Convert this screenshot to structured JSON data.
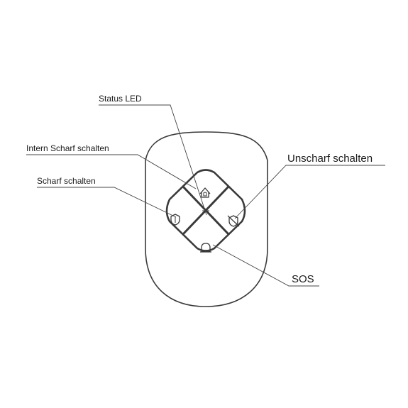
{
  "labels": {
    "status_led": "Status LED",
    "intern_scharf": "Intern Scharf schalten",
    "scharf": "Scharf schalten",
    "unscharf": "Unscharf schalten",
    "sos": "SOS"
  },
  "buttons": {
    "top": "home-arm-icon",
    "left": "arm-icon",
    "right": "disarm-icon",
    "bottom": "sos-alarm-icon"
  },
  "colors": {
    "stroke": "#3a3a3a",
    "leader": "#444444",
    "text": "#1a1a1a"
  }
}
